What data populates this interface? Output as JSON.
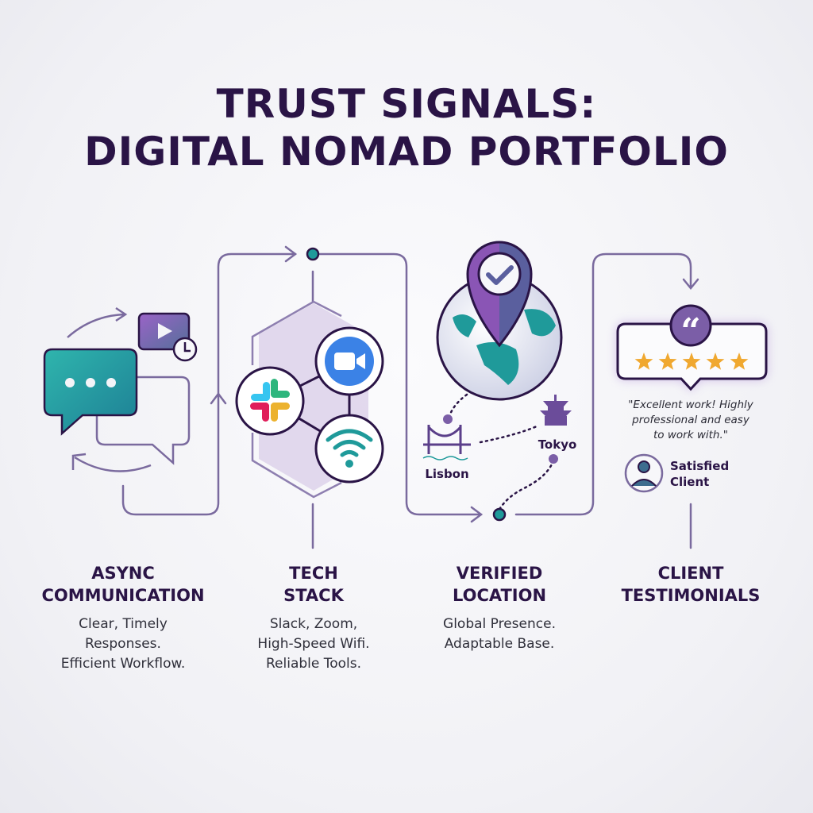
{
  "title": {
    "line1": "TRUST SIGNALS:",
    "line2": "DIGITAL NOMAD PORTFOLIO"
  },
  "columns": [
    {
      "heading1": "ASYNC",
      "heading2": "COMMUNICATION",
      "lines": [
        "Clear, Timely",
        "Responses.",
        "Efficient Workflow."
      ]
    },
    {
      "heading1": "TECH",
      "heading2": "STACK",
      "lines": [
        "Slack, Zoom,",
        "High-Speed Wifi.",
        "Reliable Tools."
      ]
    },
    {
      "heading1": "VERIFIED",
      "heading2": "LOCATION",
      "lines": [
        "Global Presence.",
        "Adaptable Base."
      ]
    },
    {
      "heading1": "CLIENT",
      "heading2": "TESTIMONIALS",
      "lines": []
    }
  ],
  "location": {
    "city1": "Lisbon",
    "city2": "Tokyo"
  },
  "testimonial": {
    "quote_lines": [
      "\"Excellent work! Highly",
      "professional and easy",
      "to work with.\""
    ],
    "author_line1": "Satisfied",
    "author_line2": "Client",
    "rating": 5,
    "quote_mark": "“"
  },
  "colors": {
    "dark": "#2a1446",
    "teal": "#1f9a9a",
    "purple": "#7b5ea7",
    "line": "#7a6a9e",
    "star": "#f0a830"
  }
}
